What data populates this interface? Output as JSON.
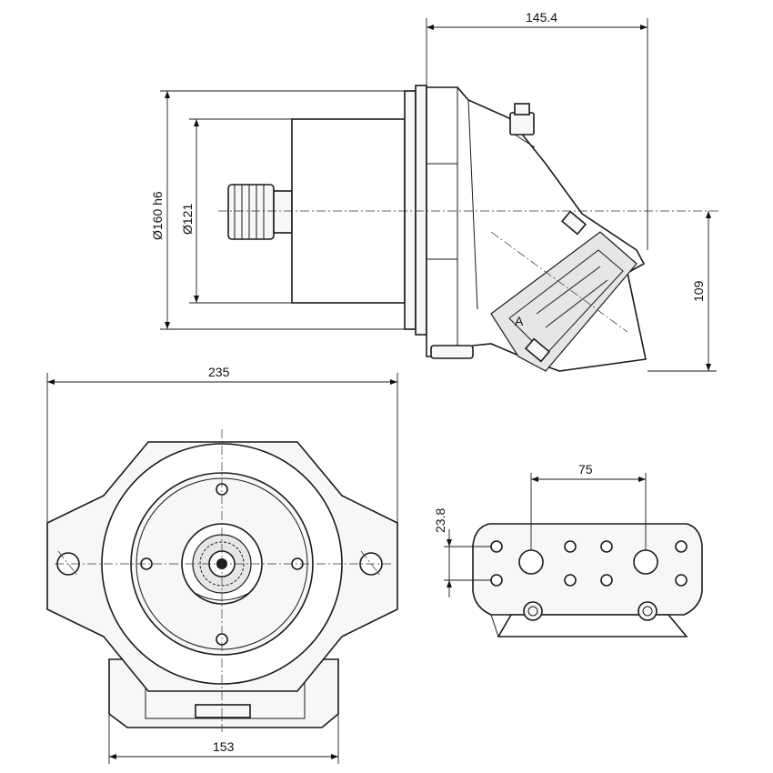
{
  "dimensions": {
    "side_width": "145.4",
    "side_height": "109",
    "flange_diameter": "Ø160 h6",
    "pilot_diameter": "Ø121",
    "front_width": "235",
    "base_width": "153",
    "port_spacing": "75",
    "port_offset": "23.8"
  },
  "port_marker": "A"
}
